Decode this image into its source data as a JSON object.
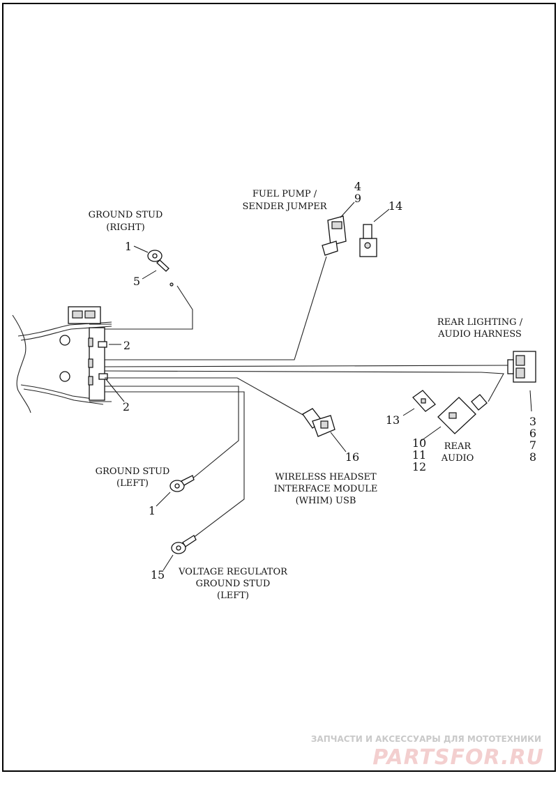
{
  "labels": {
    "ground_stud_right": [
      "GROUND STUD",
      "(RIGHT)"
    ],
    "fuel_pump": [
      "FUEL PUMP /",
      "SENDER JUMPER"
    ],
    "rear_lighting": [
      "REAR LIGHTING /",
      "AUDIO HARNESS"
    ],
    "rear_audio": [
      "REAR",
      "AUDIO"
    ],
    "whim": [
      "WIRELESS HEADSET",
      "INTERFACE MODULE",
      "(WHIM) USB"
    ],
    "ground_stud_left": [
      "GROUND STUD",
      "(LEFT)"
    ],
    "voltage_regulator": [
      "VOLTAGE REGULATOR",
      "GROUND STUD",
      "(LEFT)"
    ]
  },
  "callouts": {
    "c1_top": "1",
    "c5": "5",
    "c2_top": "2",
    "c2_bottom": "2",
    "c4": "4",
    "c9": "9",
    "c14": "14",
    "c3": "3",
    "c6": "6",
    "c7": "7",
    "c8": "8",
    "c13": "13",
    "c10": "10",
    "c11": "11",
    "c12": "12",
    "c16": "16",
    "c1_bottom": "1",
    "c15": "15"
  },
  "watermark": {
    "tagline": "ЗАПЧАСТИ И АКСЕССУАРЫ ДЛЯ МОТОТЕХНИКИ",
    "brand": "PARTSFOR.RU"
  }
}
